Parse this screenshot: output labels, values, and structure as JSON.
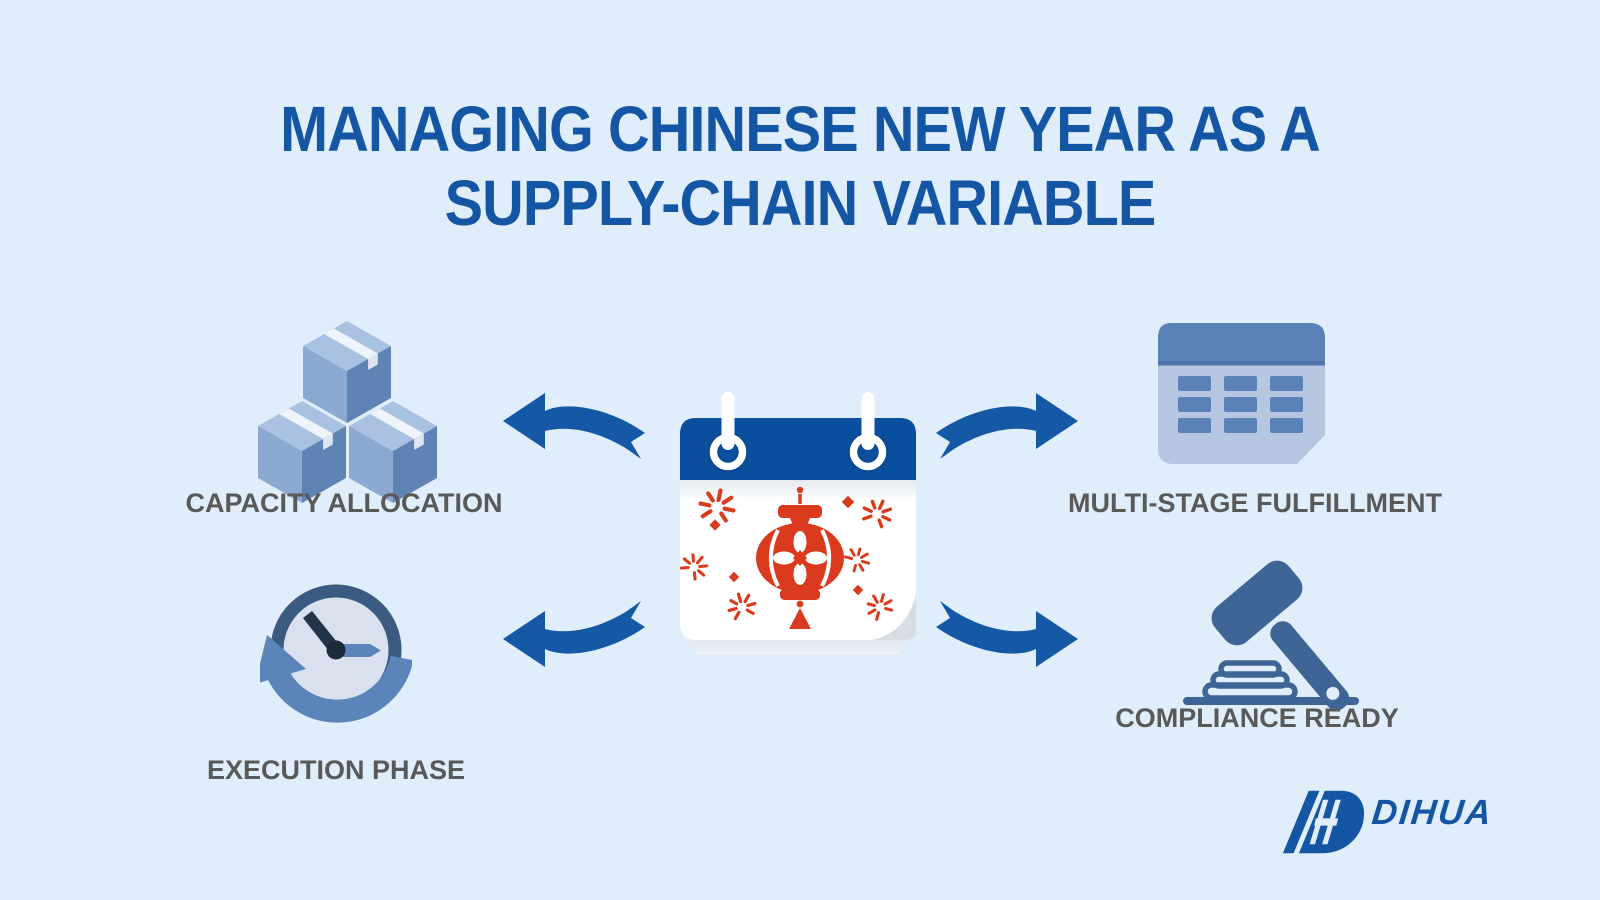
{
  "page": {
    "type": "infographic",
    "background": "#dfeefa"
  },
  "title": {
    "line1": "MANAGING CHINESE NEW YEAR AS A",
    "line2": "SUPPLY-CHAIN VARIABLE",
    "color": "#1456a4"
  },
  "center": {
    "icon": "chinese-new-year-calendar-icon",
    "elements": [
      "calendar",
      "red-lantern",
      "fireworks",
      "page-curl"
    ]
  },
  "nodes": [
    {
      "id": "capacity-allocation",
      "label": "CAPACITY ALLOCATION",
      "icon": "boxes-icon",
      "position": "top-left"
    },
    {
      "id": "multi-stage-fulfillment",
      "label": "MULTI-STAGE FULFILLMENT",
      "icon": "calendar-grid-icon",
      "position": "top-right"
    },
    {
      "id": "execution-phase",
      "label": "EXECUTION PHASE",
      "icon": "clock-history-icon",
      "position": "bottom-left"
    },
    {
      "id": "compliance-ready",
      "label": "COMPLIANCE READY",
      "icon": "gavel-icon",
      "position": "bottom-right"
    }
  ],
  "logo": {
    "text": "DIHUA",
    "mark": "slanted-d-monogram",
    "color": "#1456a4"
  },
  "colors": {
    "background": "#dfeefa",
    "primary_blue": "#1456a4",
    "deep_blue": "#0a4f9d",
    "steel_blue": "#3f6596",
    "medium_blue": "#5b82b8",
    "icon_light_blue": "#b6c6e0",
    "box_top": "#a9c2e1",
    "box_left": "#8ca9d1",
    "box_right": "#6083b5",
    "lantern_red": "#da3a1d",
    "label_gray": "#595959"
  }
}
